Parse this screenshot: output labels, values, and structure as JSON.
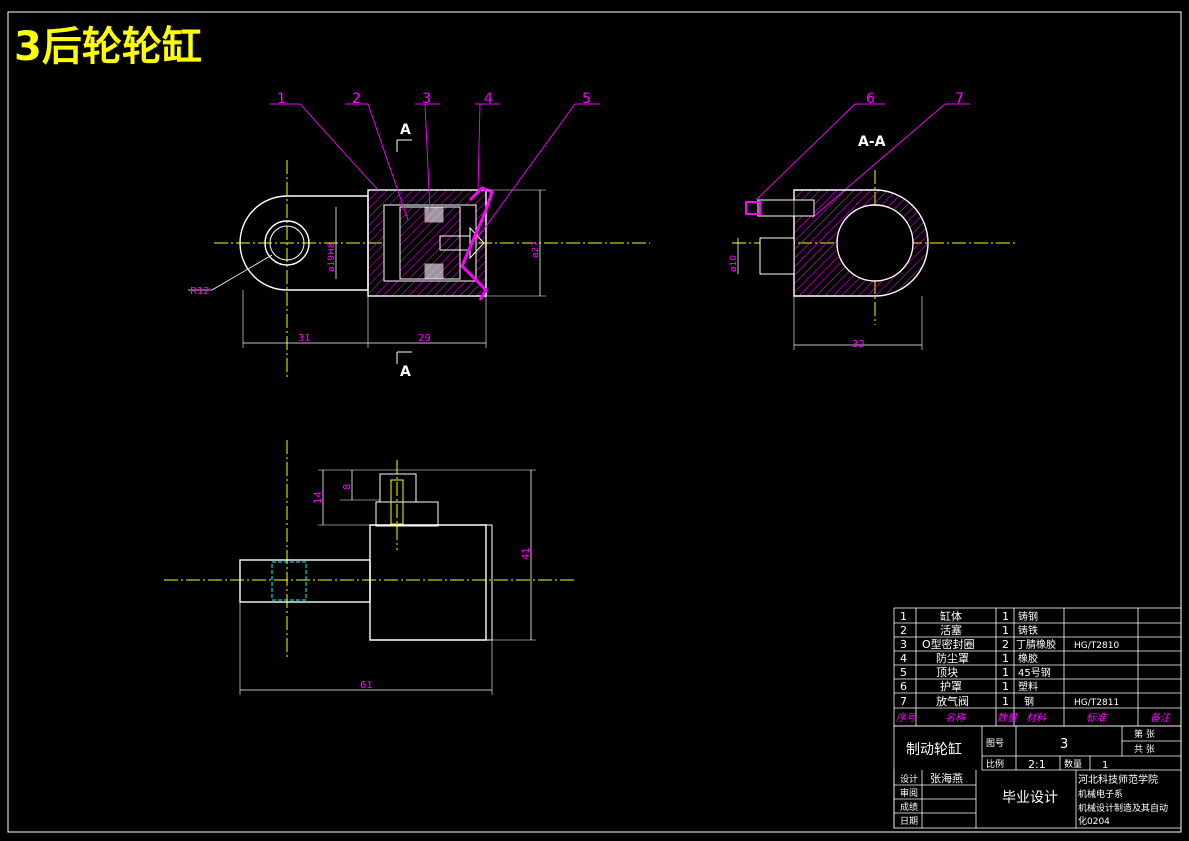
{
  "title": "3后轮轮缸",
  "callouts": [
    "1",
    "2",
    "3",
    "4",
    "5",
    "6",
    "7"
  ],
  "section": {
    "mark": "A",
    "view_label": "A-A"
  },
  "dims": {
    "r12": "R12",
    "d31": "31",
    "d29": "29",
    "phi19": "ø19H8",
    "phi27": "ø27",
    "phi10": "ø10",
    "d32": "32",
    "d14": "14",
    "d8": "8",
    "d41": "41",
    "d61": "61"
  },
  "bom": {
    "rows": [
      {
        "no": "1",
        "name": "缸体",
        "qty": "1",
        "material": "铸钢",
        "standard": ""
      },
      {
        "no": "2",
        "name": "活塞",
        "qty": "1",
        "material": "铸铁",
        "standard": ""
      },
      {
        "no": "3",
        "name": "O型密封圈",
        "qty": "2",
        "material": "丁腈橡胶",
        "standard": "HG/T2810"
      },
      {
        "no": "4",
        "name": "防尘罩",
        "qty": "1",
        "material": "橡胶",
        "standard": ""
      },
      {
        "no": "5",
        "name": "顶块",
        "qty": "1",
        "material": "45号钢",
        "standard": ""
      },
      {
        "no": "6",
        "name": "护罩",
        "qty": "1",
        "material": "塑料",
        "standard": ""
      },
      {
        "no": "7",
        "name": "放气阀",
        "qty": "1",
        "material": "钢",
        "standard": "HG/T2811"
      }
    ],
    "header": {
      "no": "序号",
      "name": "名称",
      "qty": "数量",
      "material": "材料",
      "standard": "标准",
      "note": "备注"
    }
  },
  "title_block": {
    "drawing_name": "制动轮缸",
    "drawing_no_label": "图号",
    "drawing_no": "3",
    "sheet_label": "第  张",
    "total_label": "共  张",
    "scale_label": "比例",
    "scale": "2:1",
    "qty_label": "数量",
    "qty": "1",
    "designer_label": "设计",
    "designer": "张海燕",
    "review_label": "审阅",
    "approve_label": "成绩",
    "date_label": "日期",
    "project": "毕业设计",
    "org_line1": "河北科技师范学院",
    "org_line2": "机械电子系",
    "org_line3": "机械设计制造及其自动",
    "org_line4": "化0204"
  },
  "colors": {
    "bg": "#000000",
    "outline": "#ffffff",
    "magenta": "#ff00ff",
    "yellow": "#ffff00",
    "cyan": "#00ffff",
    "hatch": "#ff00ff"
  }
}
